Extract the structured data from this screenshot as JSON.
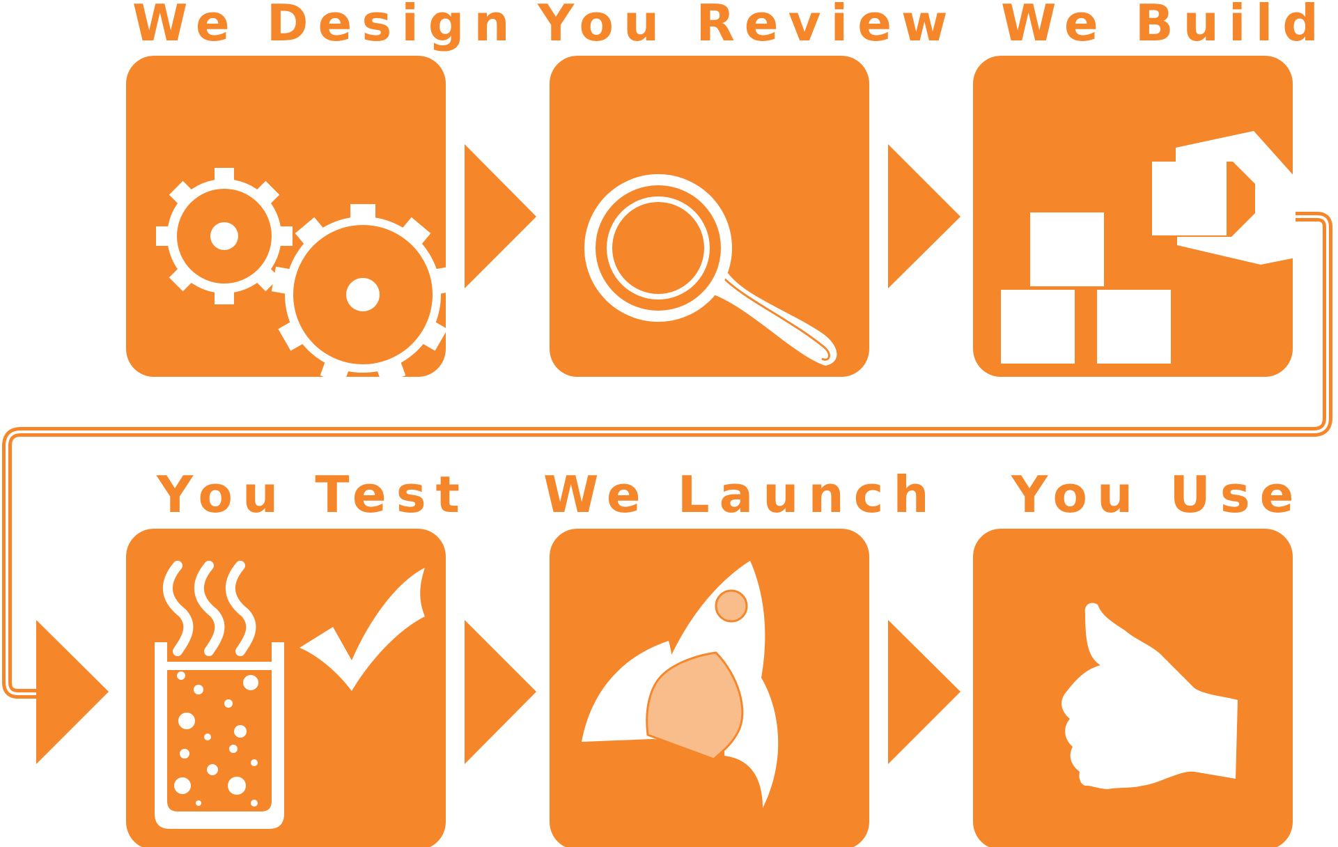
{
  "colors": {
    "accent": "#f5862a",
    "light_accent": "#f9bc8b",
    "background": "#ffffff"
  },
  "steps": [
    {
      "label": "We Design",
      "icon": "gears-icon"
    },
    {
      "label": "You Review",
      "icon": "magnifying-glass-icon"
    },
    {
      "label": "We Build",
      "icon": "blocks-and-wrench-icon"
    },
    {
      "label": "You Test",
      "icon": "beaker-with-checkmark-icon"
    },
    {
      "label": "We Launch",
      "icon": "rocket-icon"
    },
    {
      "label": "You Use",
      "icon": "thumbs-up-icon"
    }
  ]
}
